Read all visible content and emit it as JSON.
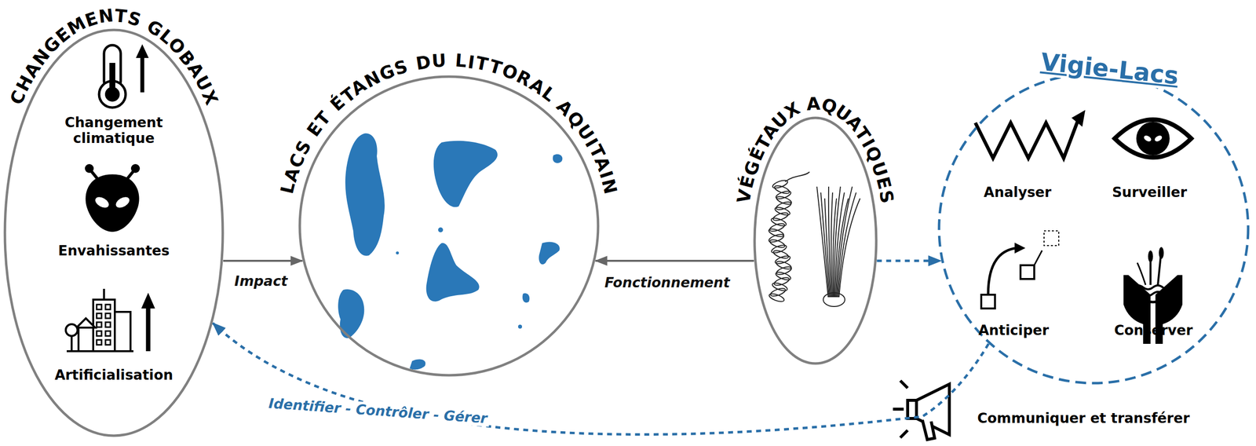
{
  "diagram": {
    "nodes": [
      {
        "text": [
          "CHANGEMENTS GLOBAUX",
          "Changement climatique",
          "Envahissantes",
          "Artificialisation"
        ]
      },
      {
        "text": [
          "LACS ET ÉTANGS DU LITTORAL AQUITAIN"
        ]
      },
      {
        "text": [
          "VÉGÉTAUX AQUATIQUES"
        ]
      },
      {
        "text": [
          "Vigie-Lacs",
          "Analyser",
          "Surveiller",
          "Anticiper",
          "Conserver"
        ]
      }
    ],
    "edges": [
      {
        "from": 0,
        "to": 1,
        "label": "Impact",
        "arrow": "to"
      },
      {
        "from": 2,
        "to": 1,
        "label": "Fonctionnement",
        "arrow": "to"
      },
      {
        "from": 2,
        "to": 3,
        "arrow": "to"
      },
      {
        "from": 3,
        "to": 0,
        "label": "Identifier - Contrôler - Gérer",
        "arrow": "to"
      }
    ],
    "labels": [
      "Communiquer et transférer"
    ]
  }
}
